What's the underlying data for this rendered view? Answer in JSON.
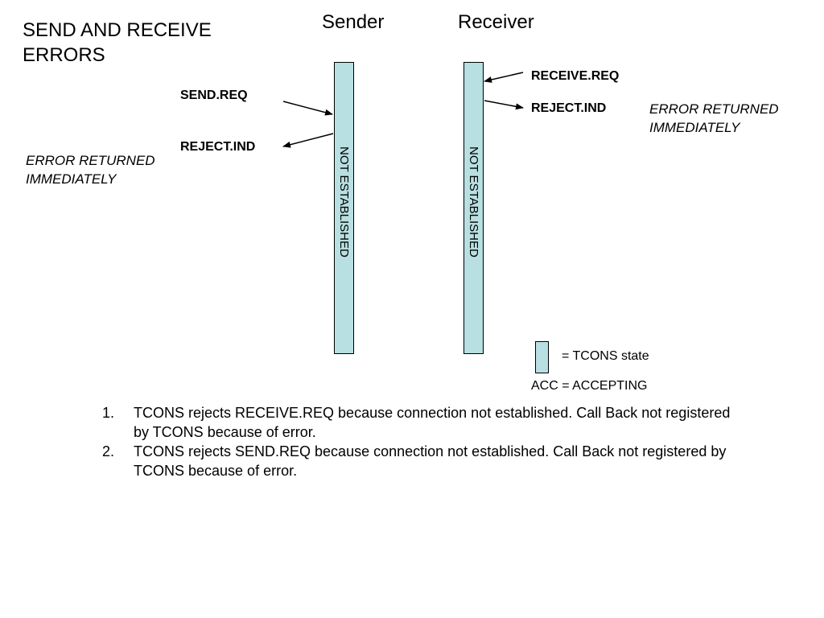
{
  "title": "SEND AND RECEIVE\nERRORS",
  "columns": {
    "sender": "Sender",
    "receiver": "Receiver"
  },
  "sender_state": "NOT ESTABLISHED",
  "receiver_state": "NOT ESTABLISHED",
  "sender_primitives": {
    "send_req": "SEND.REQ",
    "reject_ind": "REJECT.IND"
  },
  "receiver_primitives": {
    "receive_req": "RECEIVE.REQ",
    "reject_ind": "REJECT.IND"
  },
  "sender_note": "ERROR RETURNED\nIMMEDIATELY",
  "receiver_note": "ERROR RETURNED\nIMMEDIATELY",
  "legend": {
    "state_label": "= TCONS state",
    "acc": "ACC = ACCEPTING"
  },
  "colors": {
    "state_fill": "#b8dfe1"
  },
  "notes_list": [
    {
      "num": "1.",
      "text": "TCONS rejects RECEIVE.REQ because connection not established. Call Back not registered by TCONS because of error."
    },
    {
      "num": "2.",
      "text": "TCONS rejects SEND.REQ because connection not established. Call Back not registered by TCONS because of error."
    }
  ]
}
